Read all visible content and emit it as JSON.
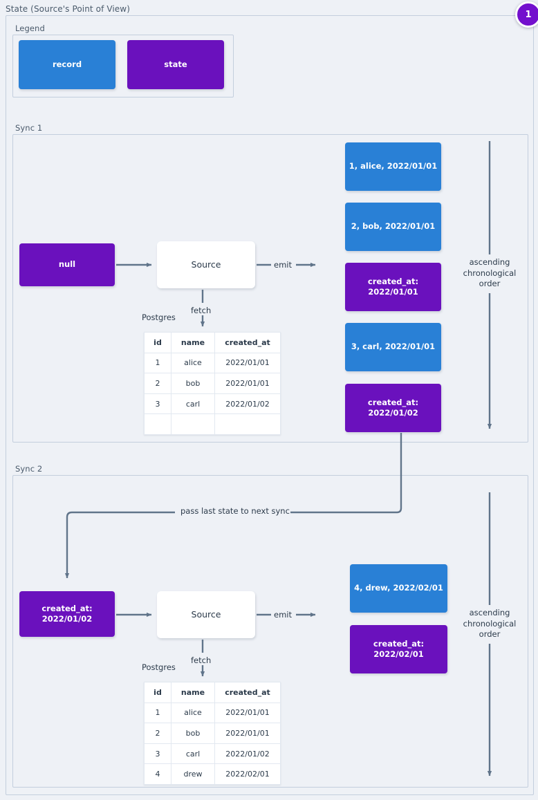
{
  "page": {
    "title": "State (Source's Point of View)",
    "badge": "1",
    "colors": {
      "record": "#2980d6",
      "state": "#6a11bd",
      "wire": "#60748a",
      "frame": "#c3cedd",
      "background": "#eef1f6"
    }
  },
  "legend": {
    "label": "Legend",
    "items": [
      {
        "label": "record",
        "kind": "record"
      },
      {
        "label": "state",
        "kind": "state"
      }
    ]
  },
  "sync1": {
    "label": "Sync 1",
    "input_state": "null",
    "source": "Source",
    "fetch_label": "fetch",
    "emit_label": "emit",
    "db_label": "Postgres",
    "order_label": "ascending chronological order",
    "table": {
      "columns": [
        "id",
        "name",
        "created_at"
      ],
      "rows": [
        [
          "1",
          "alice",
          "2022/01/01"
        ],
        [
          "2",
          "bob",
          "2022/01/01"
        ],
        [
          "3",
          "carl",
          "2022/01/02"
        ],
        [
          "",
          "",
          ""
        ]
      ]
    },
    "stream": [
      {
        "kind": "record",
        "line1": "1, alice, 2022/01/01",
        "line2": ""
      },
      {
        "kind": "record",
        "line1": "2, bob, 2022/01/01",
        "line2": ""
      },
      {
        "kind": "state",
        "line1": "created_at:",
        "line2": "2022/01/01"
      },
      {
        "kind": "record",
        "line1": "3, carl, 2022/01/01",
        "line2": ""
      },
      {
        "kind": "state",
        "line1": "created_at:",
        "line2": "2022/01/02"
      }
    ]
  },
  "sync2": {
    "label": "Sync 2",
    "pass_state_label": "pass last state to next sync",
    "input_state_line1": "created_at:",
    "input_state_line2": "2022/01/02",
    "source": "Source",
    "fetch_label": "fetch",
    "emit_label": "emit",
    "db_label": "Postgres",
    "order_label": "ascending chronological order",
    "table": {
      "columns": [
        "id",
        "name",
        "created_at"
      ],
      "rows": [
        [
          "1",
          "alice",
          "2022/01/01"
        ],
        [
          "2",
          "bob",
          "2022/01/01"
        ],
        [
          "3",
          "carl",
          "2022/01/02"
        ],
        [
          "4",
          "drew",
          "2022/02/01"
        ]
      ]
    },
    "stream": [
      {
        "kind": "record",
        "line1": "4, drew, 2022/02/01",
        "line2": ""
      },
      {
        "kind": "state",
        "line1": "created_at:",
        "line2": "2022/02/01"
      }
    ]
  }
}
